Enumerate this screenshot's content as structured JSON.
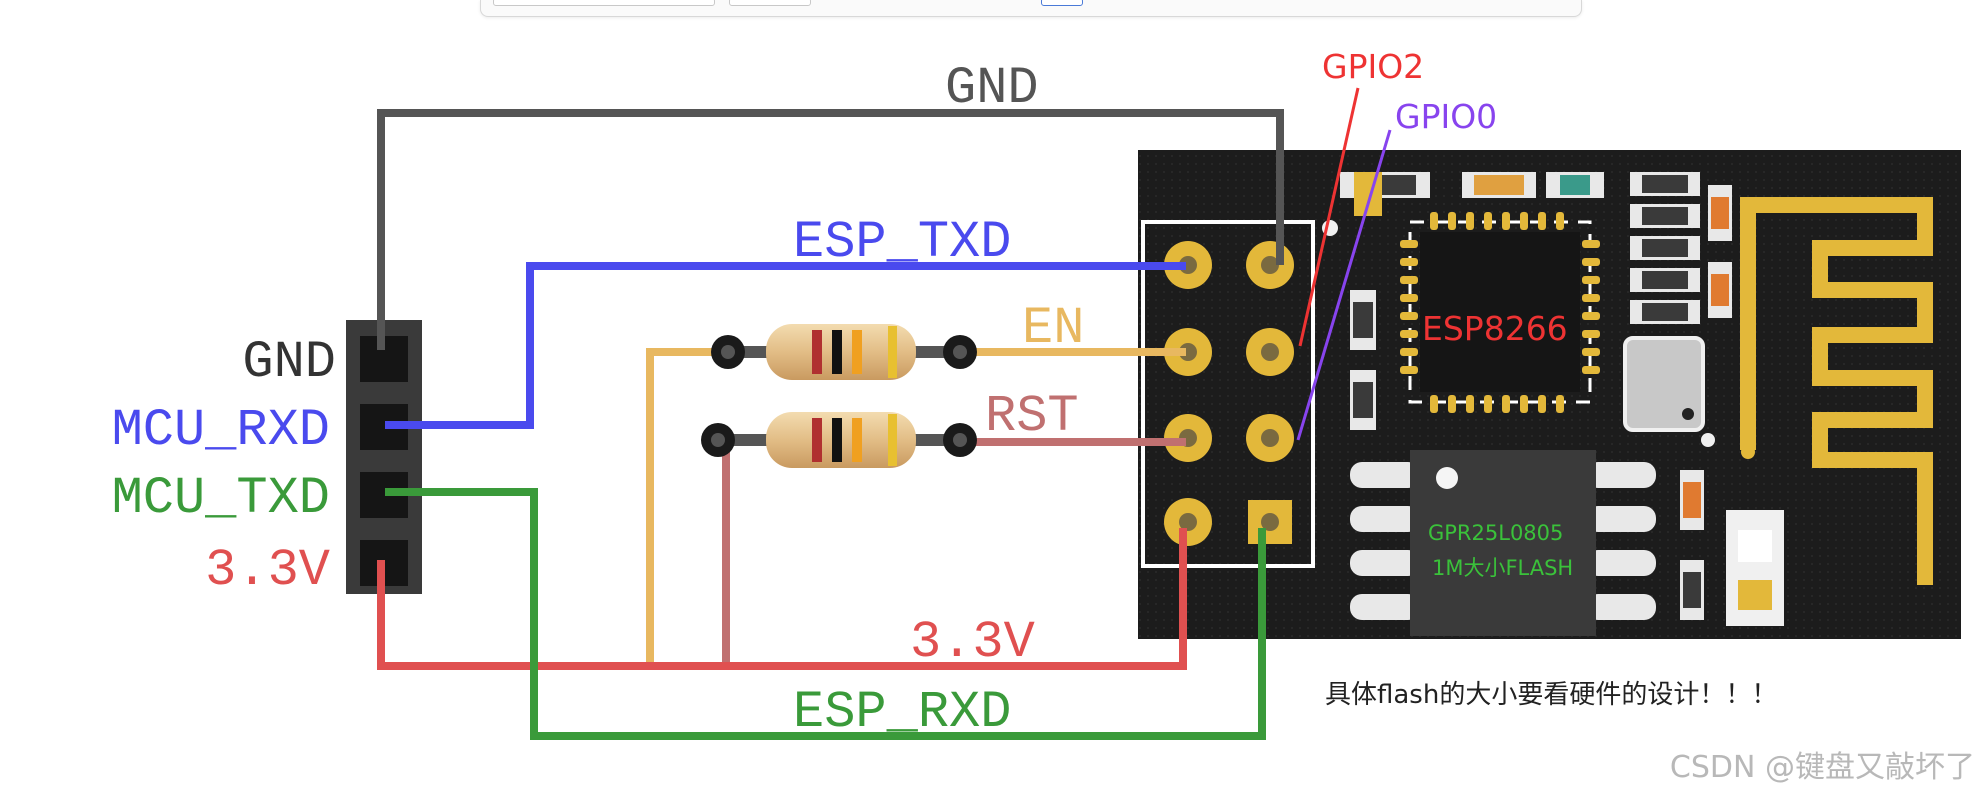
{
  "wire_labels": {
    "gnd_top": "GND",
    "esp_txd": "ESP_TXD",
    "en": "EN",
    "rst": "RST",
    "v33_bottom": "3.3V",
    "esp_rxd": "ESP_RXD"
  },
  "mcu_header": {
    "gnd": "GND",
    "mcu_rxd": "MCU_RXD",
    "mcu_txd": "MCU_TXD",
    "v33": "3.3V"
  },
  "module": {
    "chip_label": "ESP8266",
    "flash_line1": "GPR25L0805",
    "flash_line2": "1M大小FLASH"
  },
  "callouts": {
    "gpio2": "GPIO2",
    "gpio0": "GPIO0"
  },
  "note": "具体flash的大小要看硬件的设计！！！",
  "watermark": "CSDN @键盘又敲坏了",
  "colors": {
    "gnd": "#555555",
    "txd": "#4a4aee",
    "rxd": "#3a9a3a",
    "vcc": "#e05050",
    "en": "#e8b860",
    "rst": "#c07070",
    "pcb": "#1e1e1e",
    "gold": "#e3b83a",
    "callout_red": "#ee3333",
    "callout_purple": "#8844ee"
  }
}
